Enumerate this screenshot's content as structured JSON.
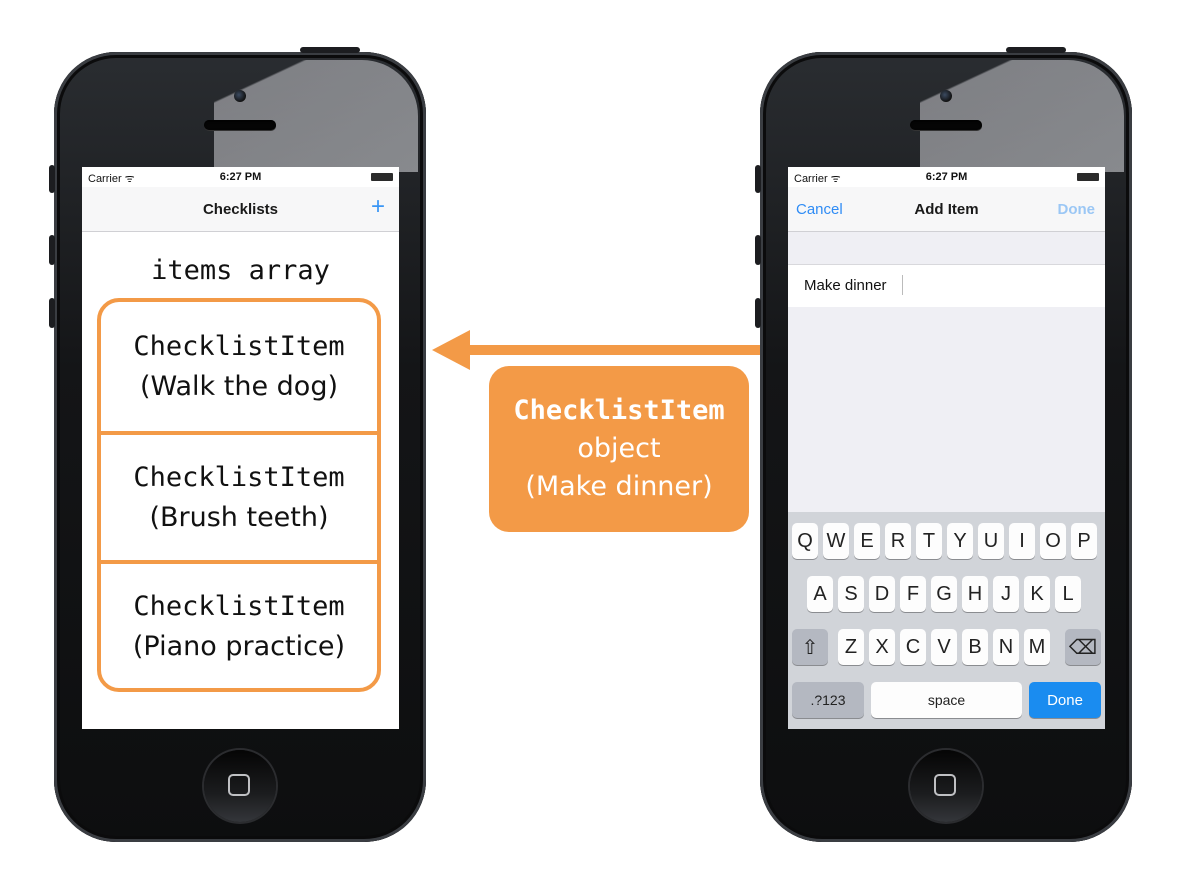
{
  "left_phone": {
    "status": {
      "carrier": "Carrier ᯤ",
      "time": "6:27 PM"
    },
    "nav": {
      "title": "Checklists",
      "add_label": "+"
    },
    "array_label": "items array",
    "items": [
      {
        "type": "ChecklistItem",
        "text": "(Walk the dog)"
      },
      {
        "type": "ChecklistItem",
        "text": "(Brush teeth)"
      },
      {
        "type": "ChecklistItem",
        "text": "(Piano practice)"
      }
    ]
  },
  "right_phone": {
    "status": {
      "carrier": "Carrier ᯤ",
      "time": "6:27 PM"
    },
    "nav": {
      "cancel_label": "Cancel",
      "title": "Add Item",
      "done_label": "Done"
    },
    "text_field": {
      "value": "Make dinner"
    },
    "keyboard": {
      "row1": [
        "Q",
        "W",
        "E",
        "R",
        "T",
        "Y",
        "U",
        "I",
        "O",
        "P"
      ],
      "row2": [
        "A",
        "S",
        "D",
        "F",
        "G",
        "H",
        "J",
        "K",
        "L"
      ],
      "row3": [
        "Z",
        "X",
        "C",
        "V",
        "B",
        "N",
        "M"
      ],
      "shift_label": "⇧",
      "delete_label": "⌫",
      "numbers_label": ".?123",
      "space_label": "space",
      "done_label": "Done"
    }
  },
  "callout": {
    "line1": "ChecklistItem",
    "line2": "object",
    "line3": "(Make dinner)"
  },
  "colors": {
    "accent": "#f39a47",
    "ios_blue": "#2f8cf5"
  }
}
